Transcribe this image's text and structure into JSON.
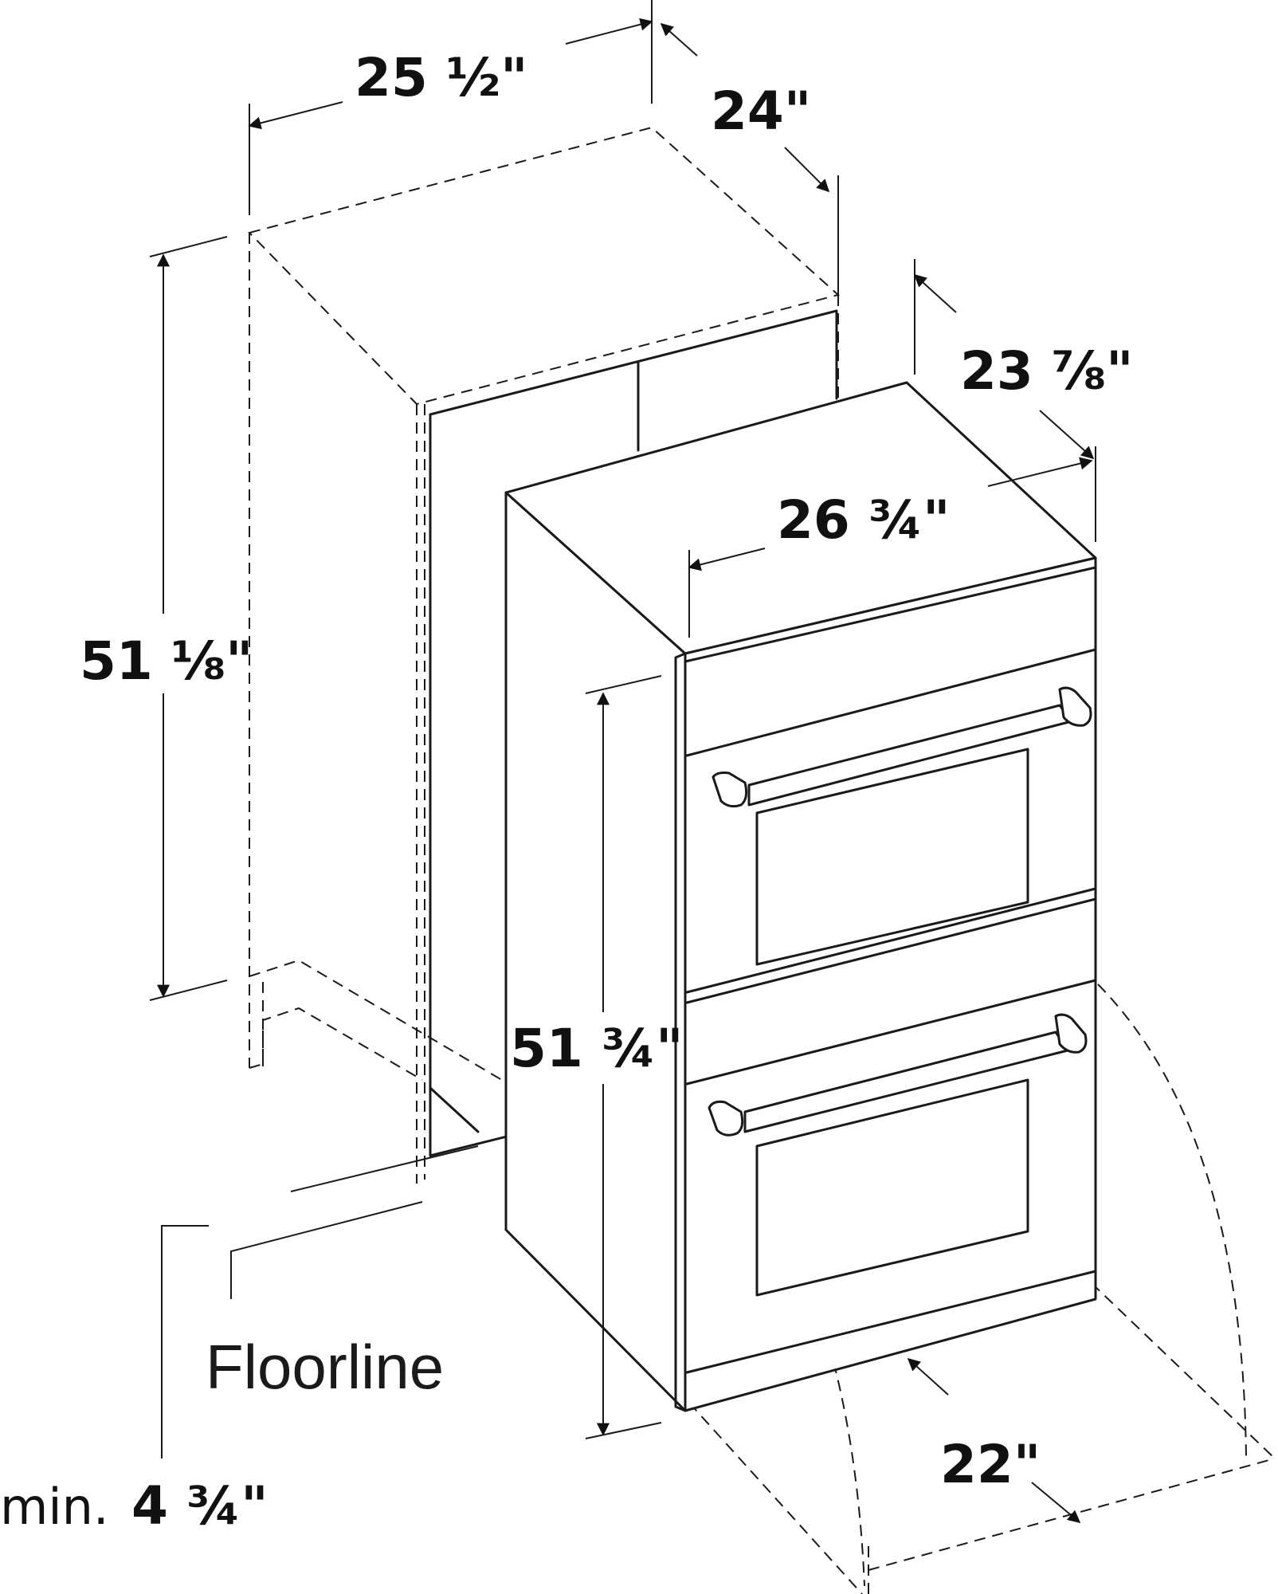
{
  "dimensions": {
    "cutout_width": "25 ½\"",
    "cutout_depth": "24\"",
    "cutout_height": "51 ⅛\"",
    "oven_depth": "23 ⅞\"",
    "oven_width": "26 ¾\"",
    "oven_height": "51 ¾\"",
    "door_clearance": "22\""
  },
  "labels": {
    "floorline": "Floorline",
    "min_prefix": "min.",
    "min_value": "4 ¾\""
  }
}
